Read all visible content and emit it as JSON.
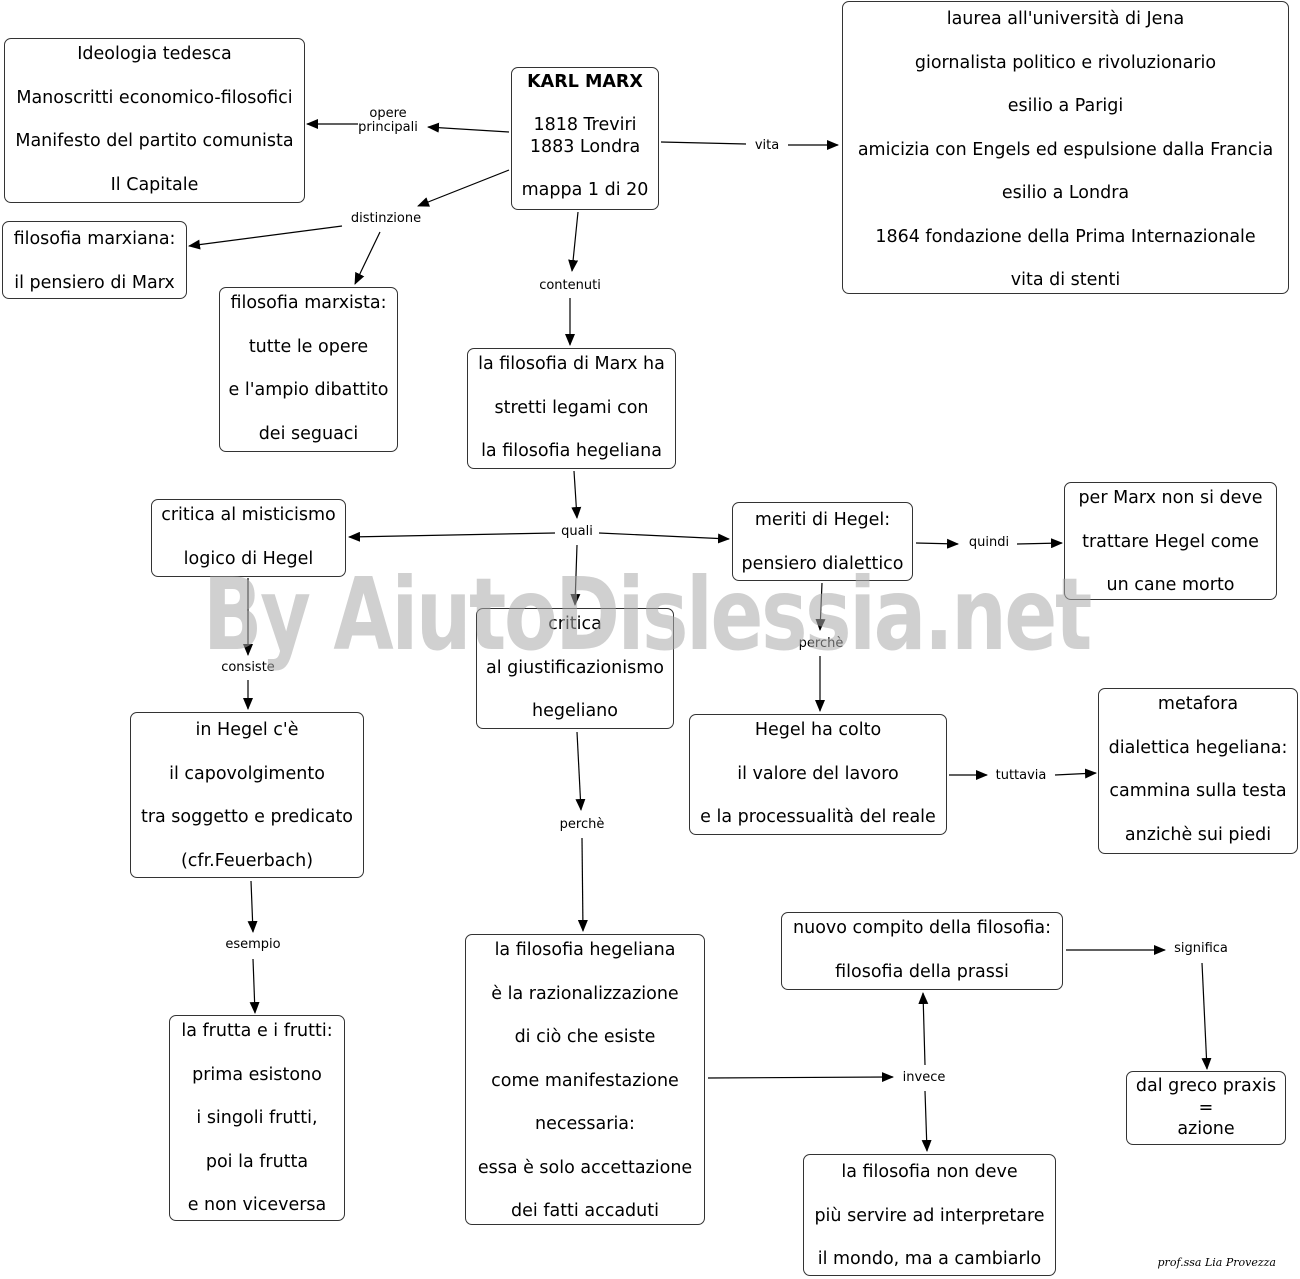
{
  "nodes": {
    "karl_marx": {
      "title": "KARL MARX",
      "lines": [
        "",
        "1818 Treviri",
        "1883 Londra",
        "",
        "mappa 1 di 20"
      ]
    },
    "opere": {
      "lines": [
        "Ideologia tedesca",
        "Manoscritti economico-filosofici",
        "Manifesto del partito comunista",
        "Il Capitale"
      ]
    },
    "vita": {
      "lines": [
        "laurea all'università di Jena",
        "giornalista politico e rivoluzionario",
        "esilio a Parigi",
        "amicizia con Engels ed espulsione dalla Francia",
        "esilio a Londra",
        "1864 fondazione della Prima Internazionale",
        "vita di stenti"
      ]
    },
    "marxiana": {
      "lines": [
        "filosofia marxiana:",
        "il pensiero di Marx"
      ]
    },
    "marxista": {
      "lines": [
        "filosofia marxista:",
        "tutte le opere",
        "e l'ampio dibattito",
        "dei seguaci"
      ]
    },
    "legami": {
      "lines": [
        "la filosofia di Marx ha",
        "stretti legami con",
        "la filosofia hegeliana"
      ]
    },
    "misticismo": {
      "lines": [
        "critica al misticismo",
        "logico di Hegel"
      ]
    },
    "meriti": {
      "lines": [
        "meriti di Hegel:",
        "pensiero dialettico"
      ]
    },
    "cane_morto": {
      "lines": [
        "per Marx non si deve",
        "trattare Hegel come",
        "un cane morto"
      ]
    },
    "giustificazionismo": {
      "lines": [
        "critica",
        "al giustificazionismo",
        "hegeliano"
      ]
    },
    "capovolgimento": {
      "lines": [
        "in Hegel c'è",
        "il capovolgimento",
        "tra soggetto e predicato",
        "(cfr.Feuerbach)"
      ]
    },
    "lavoro": {
      "lines": [
        "Hegel ha colto",
        "il valore del lavoro",
        "e la processualità del reale"
      ]
    },
    "metafora": {
      "lines": [
        "metafora",
        "dialettica hegeliana:",
        "cammina sulla testa",
        "anzichè sui  piedi"
      ]
    },
    "frutta": {
      "lines": [
        "la frutta e i frutti:",
        "prima esistono",
        "i singoli frutti,",
        "poi la frutta",
        "e non viceversa"
      ]
    },
    "razionalizzazione": {
      "lines": [
        "la filosofia hegeliana",
        "è la razionalizzazione",
        "di ciò che esiste",
        "come manifestazione",
        "necessaria:",
        "essa è solo accettazione",
        "dei fatti accaduti"
      ]
    },
    "prassi": {
      "lines": [
        "nuovo compito della filosofia:",
        "filosofia della prassi"
      ]
    },
    "praxis": {
      "lines": [
        "dal greco praxis",
        "=",
        "azione"
      ]
    },
    "cambiarlo": {
      "lines": [
        "la filosofia non deve",
        "più servire ad interpretare",
        "il mondo, ma a cambiarlo"
      ]
    }
  },
  "labels": {
    "opere_principali": [
      "opere",
      "principali"
    ],
    "vita": "vita",
    "distinzione": "distinzione",
    "contenuti": "contenuti",
    "quali": "quali",
    "quindi": "quindi",
    "consiste": "consiste",
    "perche_1": "perchè",
    "perche_2": "perchè",
    "tuttavia": "tuttavia",
    "esempio": "esempio",
    "significa": "significa",
    "invece": "invece"
  },
  "watermark": "By AiutoDislessia.net",
  "signature": "prof.ssa Lia Provezza",
  "colors": {
    "border": "#333333",
    "arrow": "#000000",
    "watermark": "#aaaaaa"
  }
}
